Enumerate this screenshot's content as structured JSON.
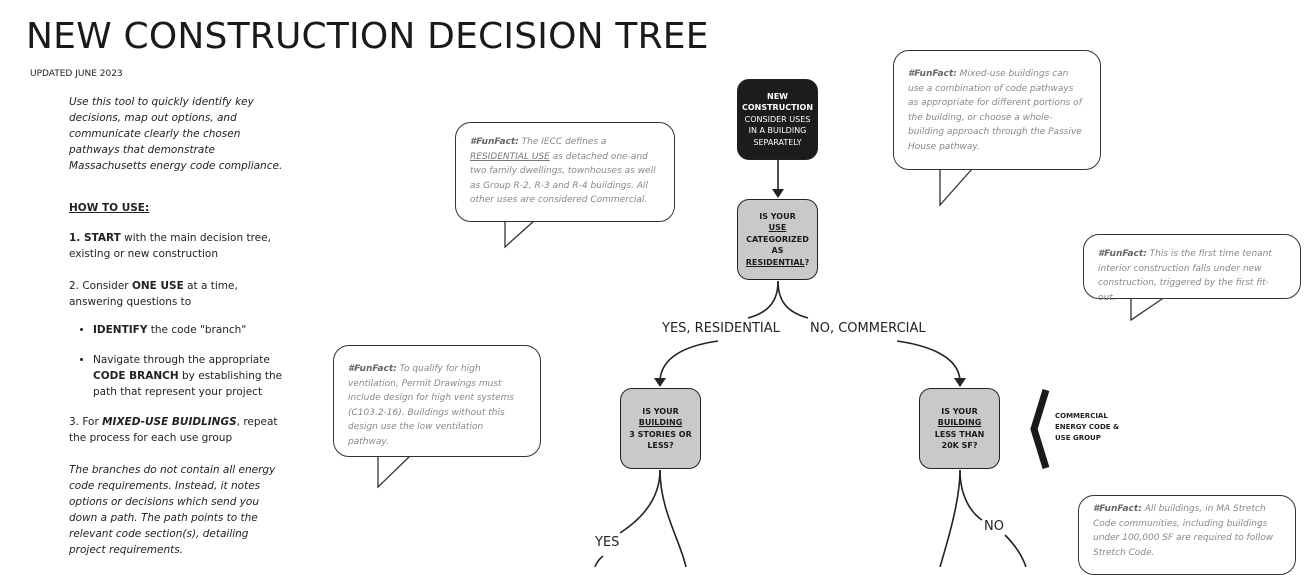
{
  "header": {
    "title": "NEW CONSTRUCTION DECISION TREE",
    "updated": "UPDATED JUNE 2023"
  },
  "intro": {
    "description": "Use this tool to quickly identify key decisions, map out options, and communicate clearly the chosen pathways that demonstrate Massachusetts energy code compliance.",
    "how_to_heading": "HOW TO USE:",
    "step1_bold": "1. START",
    "step1_rest": " with the main decision tree, existing or new construction",
    "step2_pre": "2. Consider ",
    "step2_bold": "ONE USE",
    "step2_rest": " at a time, answering questions to",
    "bullet1_bold": "IDENTIFY",
    "bullet1_rest": " the code \"branch\"",
    "bullet2_pre": "Navigate through the appropriate ",
    "bullet2_bold": "CODE BRANCH",
    "bullet2_rest": " by establishing the path that represent your project",
    "step3_pre": "3. For ",
    "step3_bold": "MIXED-USE BUIDLINGS",
    "step3_rest": ", repeat the process for each use group",
    "note": "The branches do not contain all energy code requirements. Instead, it notes options or decisions which send you down a path. The path points to the relevant code section(s), detailing project requirements."
  },
  "nodes": {
    "start": {
      "line1": "NEW",
      "line2": "CONSTRUCTION",
      "line3": "CONSIDER USES IN A BUILDING SEPARATELY"
    },
    "residential_q": {
      "pre": "IS YOUR",
      "u1": "USE",
      "mid": "CATEGORIZED AS",
      "u2": "RESIDENTIAL",
      "post": "?"
    },
    "stories_q": {
      "pre": "IS YOUR",
      "u": "BUILDING",
      "post": "3 STORIES OR LESS?"
    },
    "size_q": {
      "pre": "IS YOUR",
      "u": "BUILDING",
      "post": " LESS THAN 20K SF?"
    }
  },
  "branches": {
    "yes_residential": "YES, RESIDENTIAL",
    "no_commercial": "NO, COMMERCIAL",
    "yes": "YES",
    "no": "NO"
  },
  "side_label": "COMMERCIAL ENERGY CODE & USE GROUP",
  "funfacts": [
    {
      "tag": "#FunFact:",
      "pre": " The IECC defines a ",
      "u": "RESIDENTIAL USE",
      "text": " as detached one-and two family dwellings, townhouses as well as Group R-2, R-3 and R-4 buildings. All other uses are considered Commercial."
    },
    {
      "tag": "#FunFact:",
      "text": " Mixed-use buildings can use a combination of code pathways as appropriate for different portions of the building, or choose a whole-building approach through the Passive House pathway."
    },
    {
      "tag": "#FunFact:",
      "text": " This is the first time tenant interior construction falls under new construction, triggered by the first fit-out."
    },
    {
      "tag": "#FunFact:",
      "text": " To qualify for high ventilation, Permit Drawings must include design for high vent systems (C103.2-16). Buildings without this design use the low ventilation pathway."
    },
    {
      "tag": "#FunFact:",
      "text": " All buildings, in MA Stretch Code communities, including buildings under 100,000 SF are required to follow Stretch Code."
    }
  ]
}
